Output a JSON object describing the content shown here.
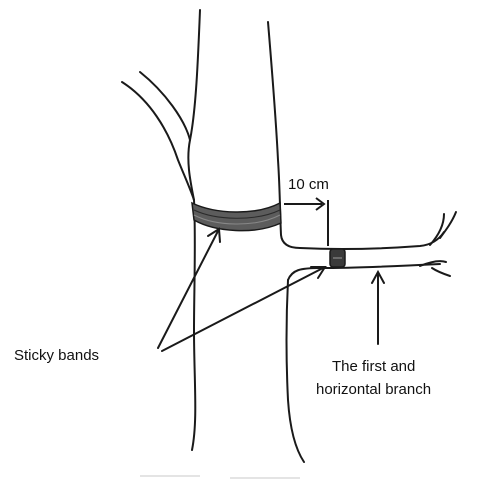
{
  "labels": {
    "distance": "10 cm",
    "sticky_bands": "Sticky bands",
    "branch_line1": "The first and",
    "branch_line2": "horizontal branch"
  },
  "colors": {
    "ink": "#1a1a1a",
    "band": "#5c5c5c",
    "band_stripe": "#2a2a2a",
    "background": "#ffffff"
  }
}
